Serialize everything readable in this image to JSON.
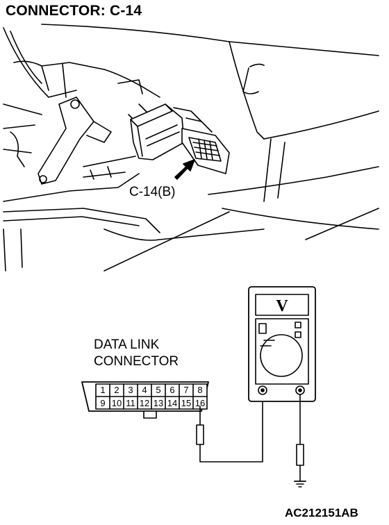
{
  "title": "CONNECTOR: C-14",
  "callout_label": "C-14(B)",
  "dlc_label_line1": "DATA LINK",
  "dlc_label_line2": "CONNECTOR",
  "dlc_pins_top": [
    "1",
    "2",
    "3",
    "4",
    "5",
    "6",
    "7",
    "8"
  ],
  "dlc_pins_bottom": [
    "9",
    "10",
    "11",
    "12",
    "13",
    "14",
    "15",
    "16"
  ],
  "meter_mode_symbol": "V",
  "reference_code": "AC212151AB"
}
